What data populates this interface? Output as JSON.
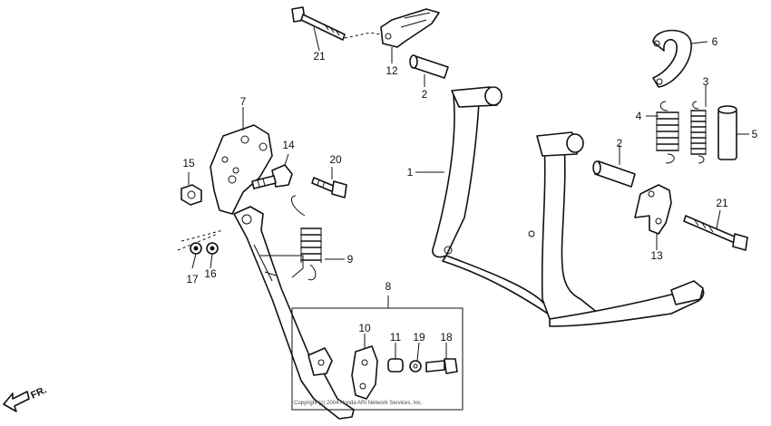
{
  "callouts": [
    {
      "id": "c1",
      "text": "1"
    },
    {
      "id": "c2a",
      "text": "2"
    },
    {
      "id": "c2b",
      "text": "2"
    },
    {
      "id": "c3",
      "text": "3"
    },
    {
      "id": "c4",
      "text": "4"
    },
    {
      "id": "c5",
      "text": "5"
    },
    {
      "id": "c6",
      "text": "6"
    },
    {
      "id": "c7",
      "text": "7"
    },
    {
      "id": "c8",
      "text": "8"
    },
    {
      "id": "c9",
      "text": "9"
    },
    {
      "id": "c10",
      "text": "10"
    },
    {
      "id": "c11",
      "text": "11"
    },
    {
      "id": "c12",
      "text": "12"
    },
    {
      "id": "c13",
      "text": "13"
    },
    {
      "id": "c14",
      "text": "14"
    },
    {
      "id": "c15",
      "text": "15"
    },
    {
      "id": "c16",
      "text": "16"
    },
    {
      "id": "c17",
      "text": "17"
    },
    {
      "id": "c18",
      "text": "18"
    },
    {
      "id": "c19",
      "text": "19"
    },
    {
      "id": "c20",
      "text": "20"
    },
    {
      "id": "c21a",
      "text": "21"
    },
    {
      "id": "c21b",
      "text": "21"
    }
  ],
  "direction_label": "FR.",
  "copyright": "Copyright (c) 2004 Honda ARI Network Services, Inc."
}
